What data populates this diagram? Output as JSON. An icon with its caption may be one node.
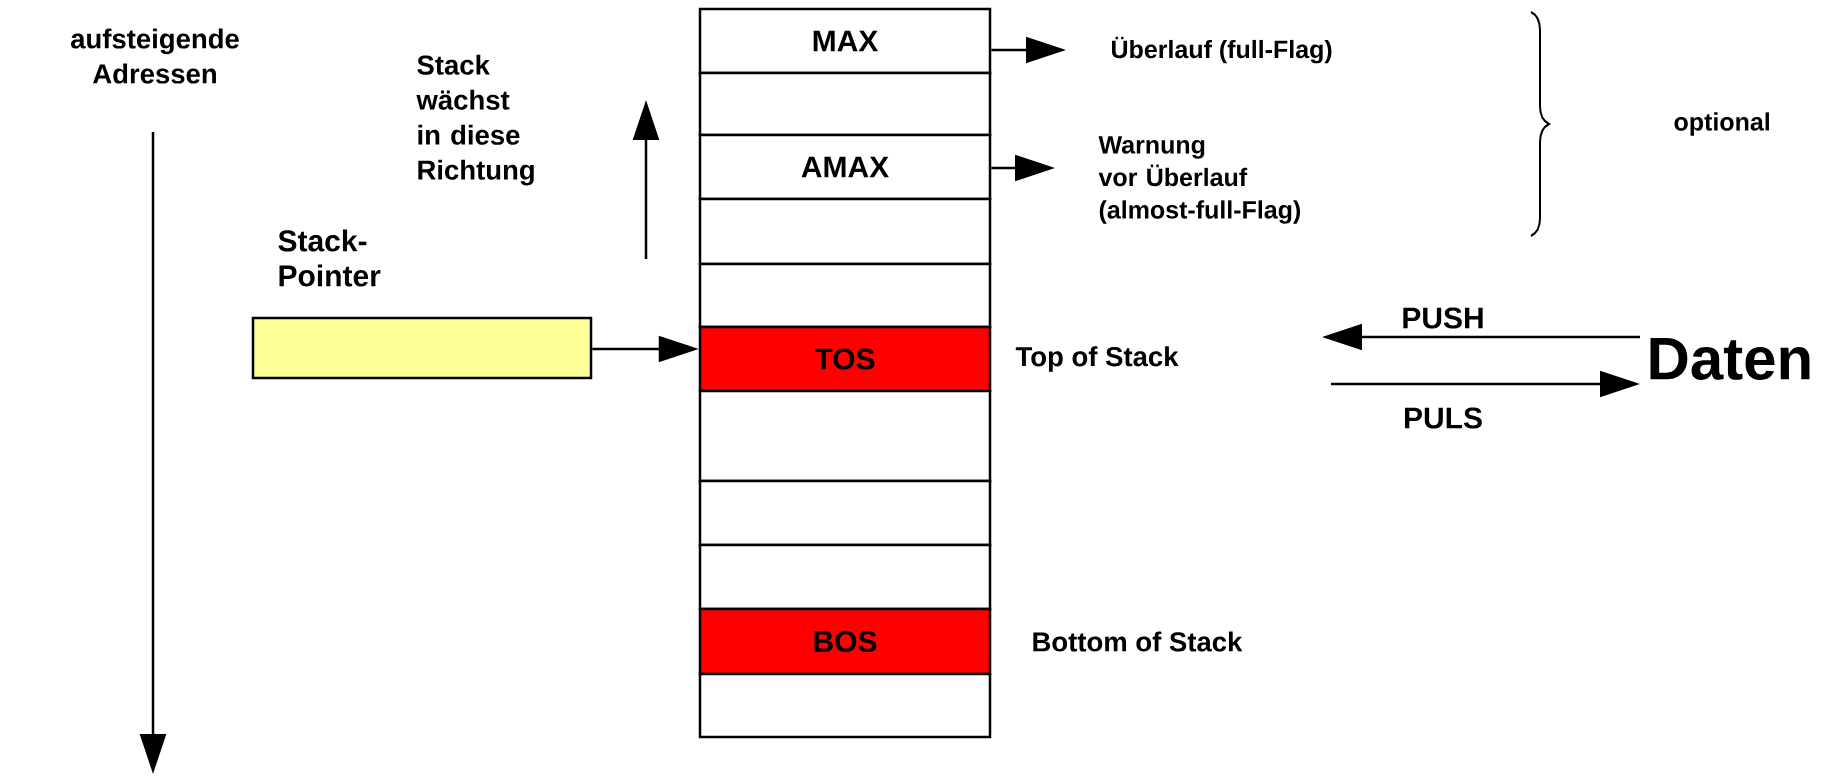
{
  "diagram": {
    "nodes": [
      {
        "text": [
          "MAX"
        ]
      },
      {
        "text": [],
        "shape": "box"
      },
      {
        "text": [
          "AMAX"
        ]
      },
      {
        "text": [],
        "shape": "box"
      },
      {
        "text": [],
        "shape": "box"
      },
      {
        "text": [
          "TOS"
        ],
        "beside": [
          "Top of Stack"
        ]
      },
      {
        "text": [],
        "shape": "box"
      },
      {
        "text": [],
        "shape": "box"
      },
      {
        "text": [],
        "shape": "box"
      },
      {
        "text": [
          "BOS"
        ],
        "beside": [
          "Bottom of Stack"
        ]
      },
      {
        "text": [],
        "shape": "box"
      },
      {
        "text": [
          "Stack-Pointer"
        ]
      },
      {
        "text": [
          "Überlauf (full-Flag)"
        ]
      },
      {
        "text": [
          "Warnung vor Überlauf (almost-full-Flag)"
        ]
      },
      {
        "text": [
          "Daten"
        ]
      }
    ],
    "edges": [
      {
        "from": 11,
        "to": 5,
        "arrow": "to"
      },
      {
        "from": 0,
        "to": 12,
        "arrow": "to"
      },
      {
        "from": 2,
        "to": 13,
        "arrow": "to"
      },
      {
        "from": 14,
        "to": null,
        "arrow": "to",
        "label": "PUSH"
      },
      {
        "from": null,
        "to": 14,
        "arrow": "to",
        "label": "PULS"
      }
    ],
    "labels": [
      "aufsteigende Adressen",
      "Stack wächst in diese Richtung",
      "optional"
    ]
  }
}
